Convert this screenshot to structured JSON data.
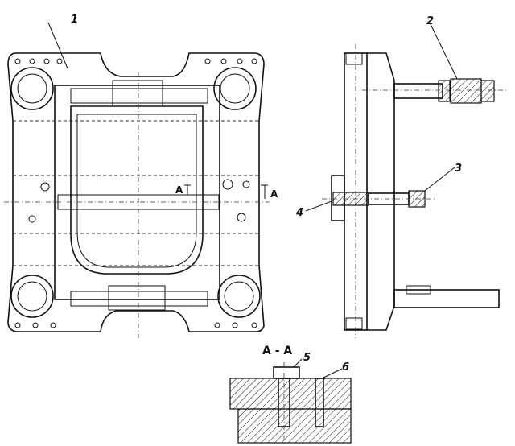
{
  "drawing": {
    "callouts": [
      "1",
      "2",
      "3",
      "4",
      "5",
      "6"
    ],
    "section_marks": [
      "A",
      "A"
    ],
    "section_title": "А - А"
  }
}
